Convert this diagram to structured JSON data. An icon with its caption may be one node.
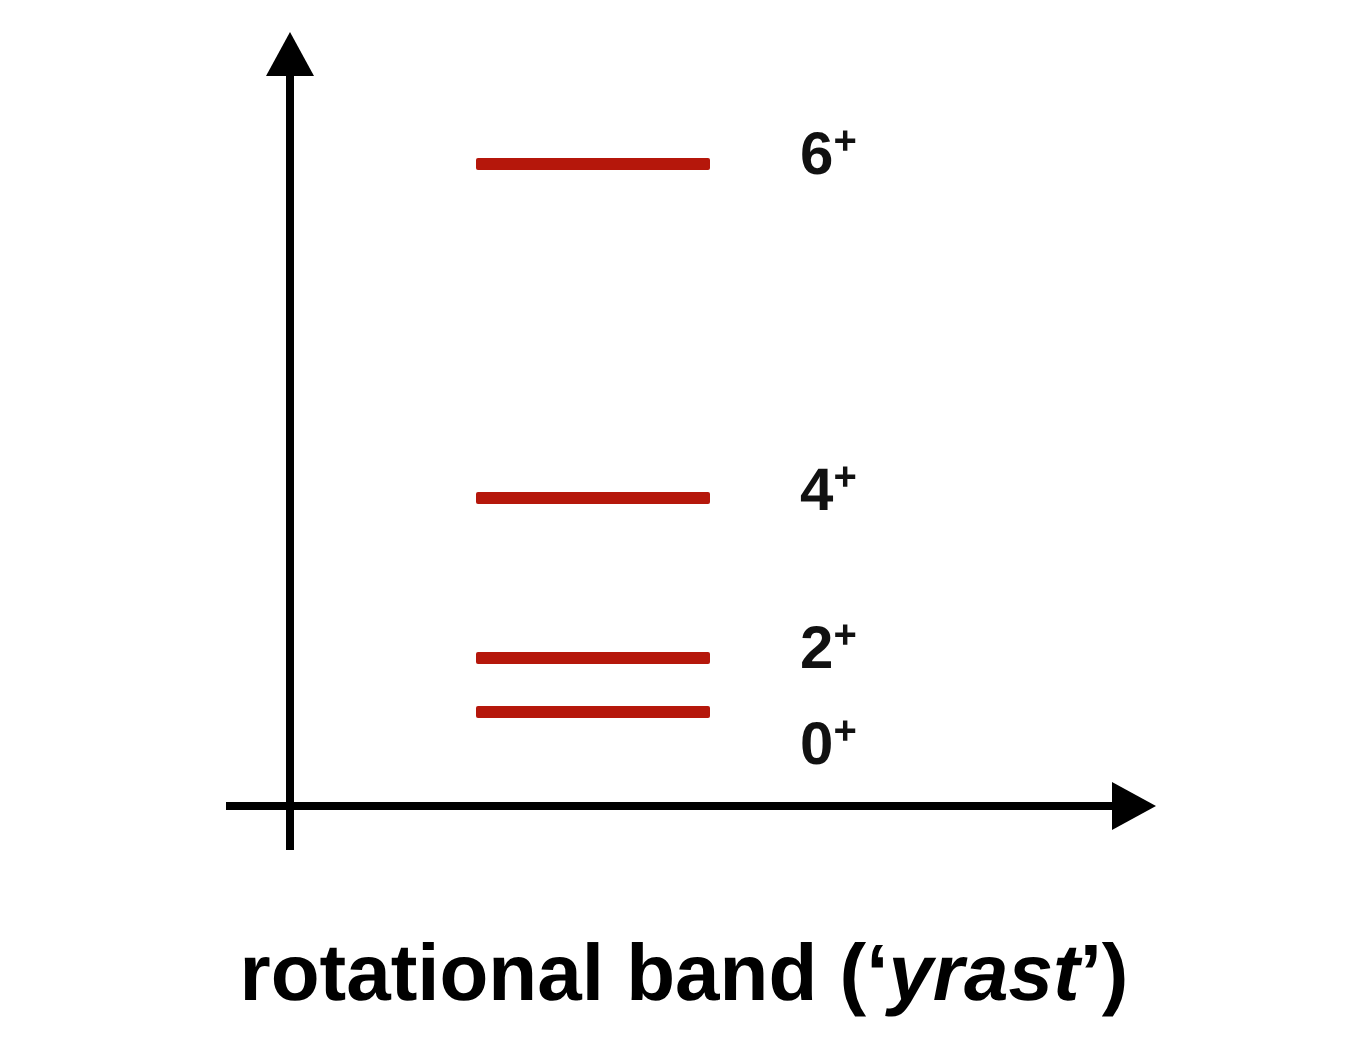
{
  "diagram": {
    "caption": "rotational band (‘*yrast*’)",
    "nodes": [
      {
        "text": [],
        "shape": "bar",
        "beside": [
          "6$^{+}$"
        ]
      },
      {
        "text": [],
        "shape": "bar",
        "beside": [
          "4$^{+}$"
        ]
      },
      {
        "text": [],
        "shape": "bar",
        "beside": [
          "2$^{+}$"
        ]
      },
      {
        "text": [],
        "shape": "bar",
        "beside": [
          "0$^{+}$"
        ]
      }
    ]
  }
}
